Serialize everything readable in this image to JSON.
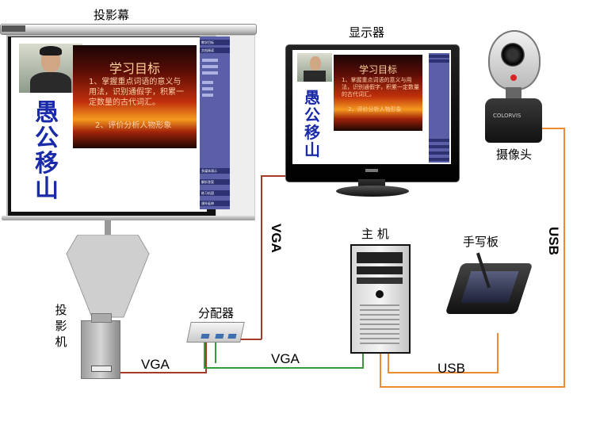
{
  "labels": {
    "screen": "投影幕",
    "monitor": "显示器",
    "camera": "摄像头",
    "host": "主 机",
    "tablet": "手写板",
    "projector_chars": [
      "投",
      "影",
      "机"
    ],
    "splitter": "分配器"
  },
  "wires": {
    "vga_vertical": "VGA",
    "vga_projector": "VGA",
    "vga_splitter": "VGA",
    "usb_tablet": "USB",
    "usb_camera": "USB"
  },
  "slide": {
    "title": "学习目标",
    "line1": "1、掌握重点词语的意义与用法，识别通假字，积累一定数量的古代词汇。",
    "line2": "2、评价分析人物形象",
    "calligraphy": [
      "愚",
      "公",
      "移",
      "山"
    ]
  },
  "sidebar_items": [
    "教学目标",
    "文档阅读",
    "多媒体演示",
    "解析答案",
    "练习巩固",
    "课外延伸"
  ],
  "camera_brand": "COLORVIS",
  "colors": {
    "vga_wire": "#a63a2a",
    "usb_wire": "#ef8a30",
    "green_wire": "#3a9a3a"
  }
}
